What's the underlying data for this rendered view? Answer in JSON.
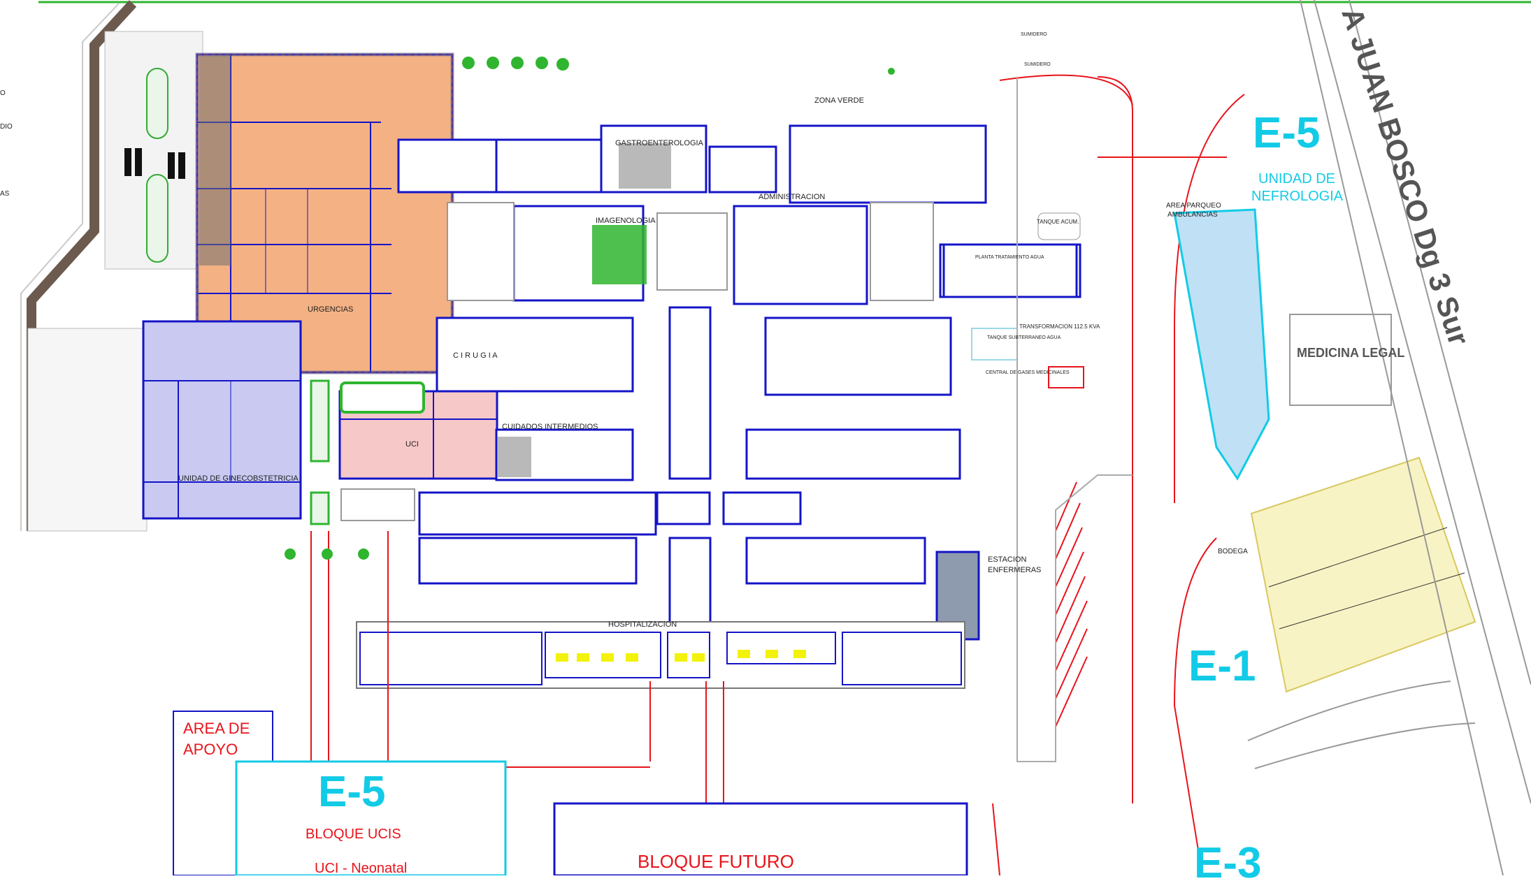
{
  "plan": {
    "background": "#ffffff",
    "colors": {
      "wall_blue": "#1414c8",
      "wall_red": "#e8141b",
      "urgencias_fill": "#f4b183",
      "gineco_fill": "#c9c9f2",
      "uci_fill": "#f6c8c8",
      "e1_fill": "#f8f3c4",
      "ambulance_fill": "#bfe0f5",
      "green": "#2fb52f",
      "cyan_label": "#12cbe6",
      "road_dark": "#6b5a4d"
    },
    "labels": {
      "gastro": "GASTROENTEROLOGIA",
      "zona_verde": "ZONA VERDE",
      "administracion": "ADMINISTRACION",
      "imagenologia": "IMAGENOLOGIA",
      "urgencias": "URGENCIAS",
      "cirugia": "C I R U G I A",
      "uci": "UCI",
      "cuidados": "CUIDADOS INTERMEDIOS",
      "gineco": "UNIDAD DE GINECOBSTETRICIA",
      "estacion_1": "ESTACION",
      "estacion_2": "ENFERMERAS",
      "hospitalizacion": "HOSPITALIZACION",
      "tanque_acum": "TANQUE ACUM.",
      "planta_trat": "PLANTA TRATAMIENTO AGUA",
      "transformacion": "TRANSFORMACION 112.5 KVA",
      "tanque_agua": "TANQUE SUBTERRANEO AGUA",
      "central_gases": "CENTRAL DE GASES MEDICINALES",
      "area_apoyo_1": "AREA DE",
      "area_apoyo_2": "APOYO",
      "e5_bottom": "E-5",
      "bloque_ucis": "BLOQUE UCIS",
      "uci_neonatal": "UCI - Neonatal",
      "bloque_futuro": "BLOQUE FUTURO",
      "e5_right": "E-5",
      "unidad_nefro_1": "UNIDAD DE",
      "unidad_nefro_2": "NEFROLOGIA",
      "area_parqueo_1": "AREA PARQUEO",
      "area_parqueo_2": "AMBULANCIAS",
      "medicina_legal": "MEDICINA LEGAL",
      "bodega": "BODEGA",
      "e1": "E-1",
      "e3": "E-3",
      "street": "A JUAN BOSCO Dg 3 Sur",
      "sumidero_1": "SUMIDERO",
      "sumidero_2": "SUMIDERO",
      "left_edge_1": "O",
      "left_edge_2": "DIO",
      "left_edge_3": "AS"
    }
  }
}
